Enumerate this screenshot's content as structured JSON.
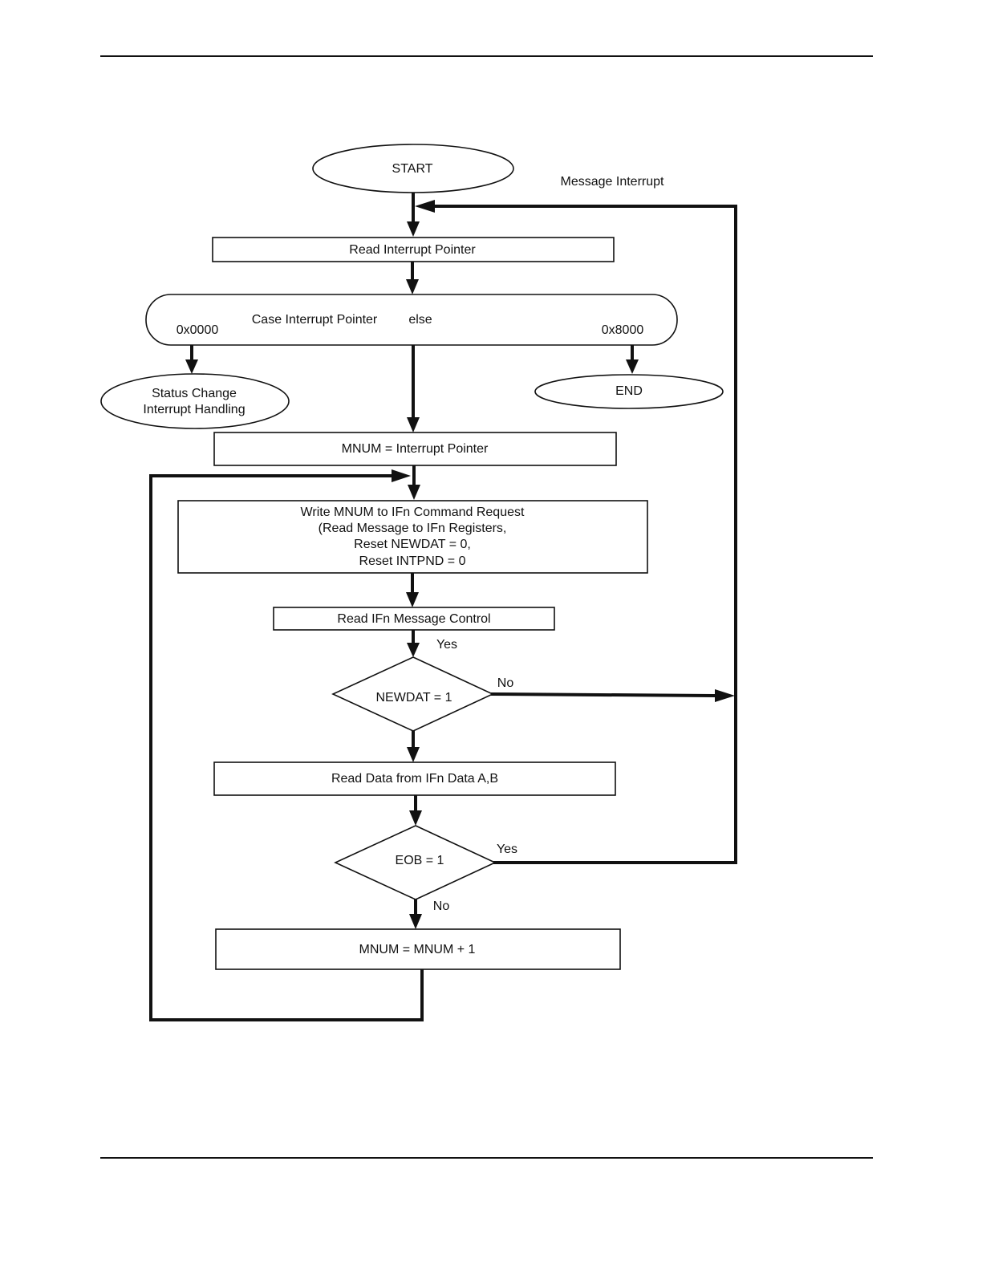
{
  "nodes": {
    "start": "START",
    "read_pointer": "Read Interrupt Pointer",
    "case_title": "Case Interrupt Pointer",
    "case_else": "else",
    "case_0000": "0x0000",
    "case_8000": "0x8000",
    "status_line1": "Status Change",
    "status_line2": "Interrupt Handling",
    "end": "END",
    "mnum_assign": "MNUM = Interrupt Pointer",
    "write_line1": "Write MNUM to IFn Command Request",
    "write_line2": "(Read Message to IFn Registers,",
    "write_line3": "Reset NEWDAT = 0,",
    "write_line4": "Reset INTPND = 0",
    "read_control": "Read IFn Message Control",
    "newdat": "NEWDAT = 1",
    "read_data": "Read Data from IFn Data A,B",
    "eob": "EOB = 1",
    "mnum_inc": "MNUM = MNUM + 1"
  },
  "edge_labels": {
    "message_interrupt": "Message Interrupt",
    "yes_control": "Yes",
    "no_newdat": "No",
    "yes_eob": "Yes",
    "no_eob": "No"
  }
}
